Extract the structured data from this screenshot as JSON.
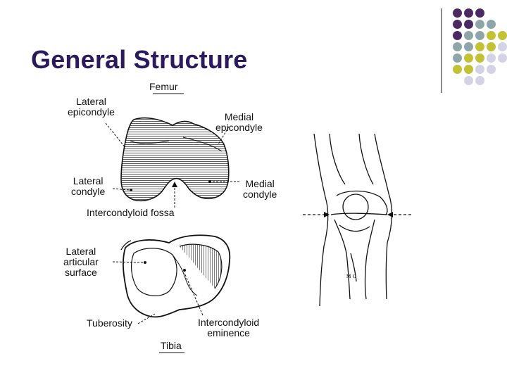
{
  "slide": {
    "title": "General Structure",
    "labels": {
      "femur": "Femur",
      "lateral_epicondyle": "Lateral\nepicondyle",
      "medial_epicondyle": "Medial\nepicondyle",
      "lateral_condyle": "Lateral\ncondyle",
      "medial_condyle": "Medial\ncondyle",
      "intercondyloid_fossa": "Intercondyloid fossa",
      "lateral_articular_surface": "Lateral\narticular\nsurface",
      "tuberosity": "Tuberosity",
      "intercondyloid_eminence": "Intercondyloid\neminence",
      "tibia": "Tibia"
    }
  },
  "decoration": {
    "dot_colors": {
      "purple": "#4b2a63",
      "teal": "#8fa6a8",
      "olive": "#c2c234",
      "lavender": "#d4d3e3"
    }
  }
}
